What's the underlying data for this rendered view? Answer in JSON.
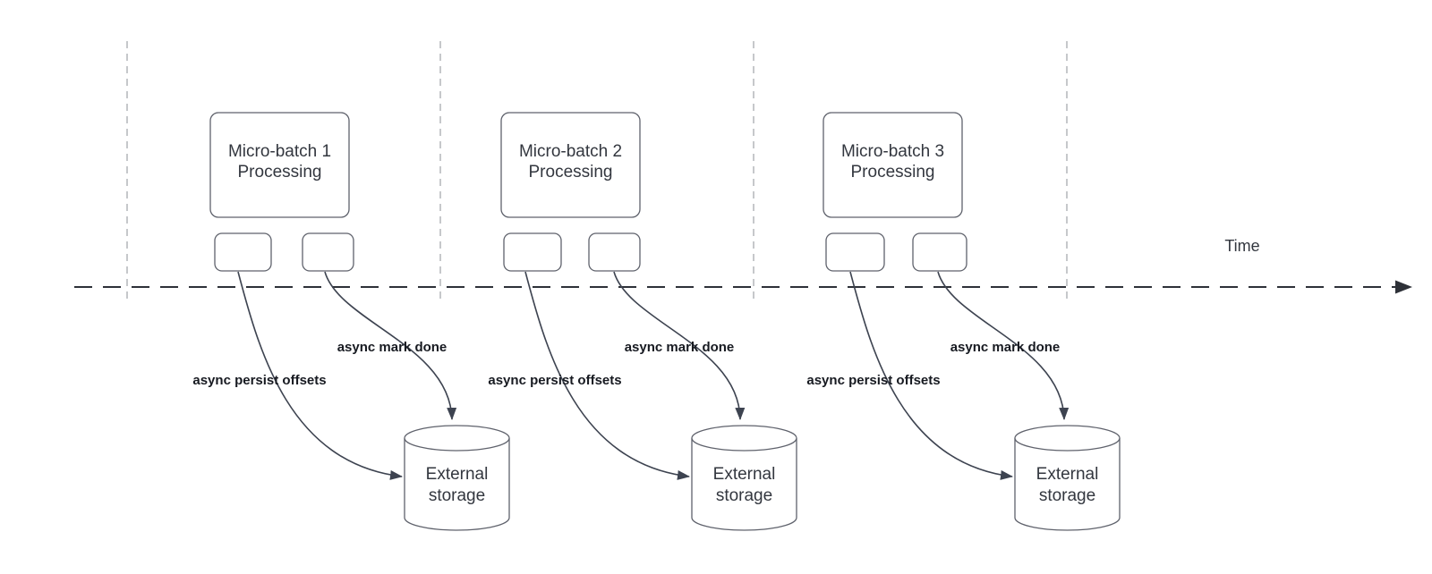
{
  "colors": {
    "background": "#ffffff",
    "shape-stroke": "#5f626c",
    "arrow-stroke": "#3d4350",
    "timeline-stroke": "#2e3138",
    "divider-stroke": "#b4b6ba",
    "text-primary": "#33373f",
    "label-bold": "#171a21"
  },
  "timeline": {
    "label": "Time"
  },
  "batches": [
    {
      "title_line1": "Micro-batch 1",
      "title_line2": "Processing",
      "persist_label": "async persist offsets",
      "done_label": "async mark done",
      "storage_line1": "External",
      "storage_line2": "storage"
    },
    {
      "title_line1": "Micro-batch 2",
      "title_line2": "Processing",
      "persist_label": "async persist offsets",
      "done_label": "async mark done",
      "storage_line1": "External",
      "storage_line2": "storage"
    },
    {
      "title_line1": "Micro-batch 3",
      "title_line2": "Processing",
      "persist_label": "async persist offsets",
      "done_label": "async mark done",
      "storage_line1": "External",
      "storage_line2": "storage"
    }
  ]
}
